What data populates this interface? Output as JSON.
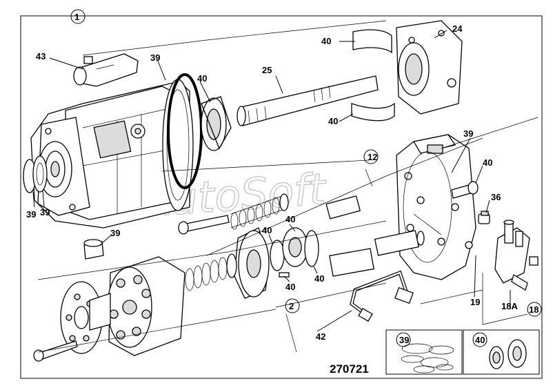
{
  "diagram": {
    "labels": {
      "c1": "1",
      "c12": "12",
      "c2": "2",
      "c18": "18",
      "n43": "43",
      "n39a": "39",
      "n40a": "40",
      "n25": "25",
      "n40b": "40",
      "n24": "24",
      "n40c": "40",
      "n39b": "39",
      "n40d": "40",
      "n36": "36",
      "n39c": "39",
      "n39d": "39",
      "n39e": "39",
      "n40e": "40",
      "n40f": "40",
      "n40g": "40",
      "n40h": "40",
      "n42": "42",
      "n19": "19",
      "n18a": "18A"
    },
    "kit_boxes": {
      "seals": "39",
      "bearings": "40"
    },
    "drawing_number": "270721",
    "watermark": "AutoSoft"
  }
}
